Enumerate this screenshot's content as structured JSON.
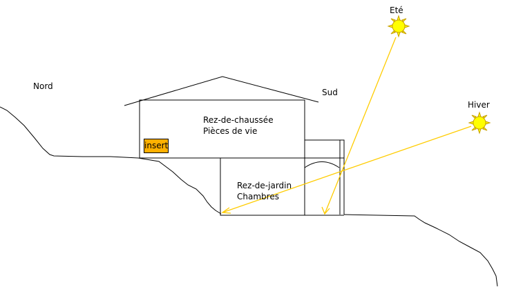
{
  "labels": {
    "nord": "Nord",
    "sud": "Sud",
    "ete": "Eté",
    "hiver": "Hiver",
    "rez_chaussee_line1": "Rez-de-chaussée",
    "rez_chaussee_line2": "Pièces de vie",
    "rez_jardin_line1": "Rez-de-jardin",
    "rez_jardin_line2": "Chambres",
    "insert": "insert"
  },
  "colors": {
    "sun_fill": "#ffff00",
    "sun_stroke": "#c8a000",
    "ray": "#ffcc00",
    "insert_fill": "#ffb000",
    "line": "#000000"
  }
}
